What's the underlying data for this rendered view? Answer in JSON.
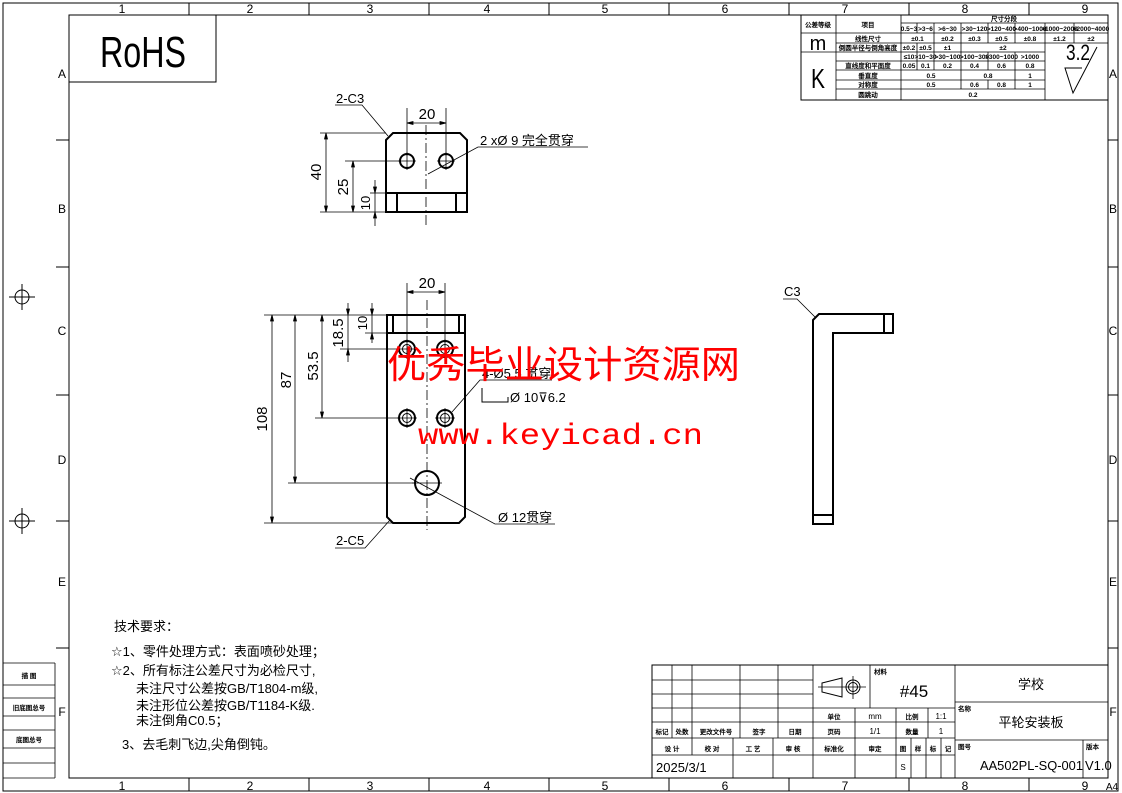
{
  "frame": {
    "columns": [
      "1",
      "2",
      "3",
      "4",
      "5",
      "6",
      "7",
      "8",
      "9"
    ],
    "rows": [
      "A",
      "B",
      "C",
      "D",
      "E",
      "F"
    ],
    "sheet_size": "A4"
  },
  "rohs": "RoHS",
  "tolerance_table": {
    "grade_header": "公差等级",
    "item_header": "项目",
    "size_range_header": "尺寸分段",
    "ranges": [
      "0.5~3",
      ">3~6",
      ">6~30",
      ">30~120",
      ">120~400",
      ">400~1000",
      ">1000~2000",
      ">2000~4000"
    ],
    "m_grade": "m",
    "m_rows": [
      {
        "item": "线性尺寸",
        "values": [
          "±0.1",
          "±0.2",
          "±0.3",
          "±0.5",
          "±0.8",
          "±1.2",
          "±2"
        ]
      },
      {
        "item": "倒圆半径与倒角高度",
        "values": [
          "±0.2",
          "±0.5",
          "±1",
          "±2"
        ]
      }
    ],
    "k_grade": "K",
    "k_ranges": [
      "≤10",
      ">10~30",
      ">30~100",
      ">100~300",
      ">300~1000",
      ">1000"
    ],
    "k_rows": [
      {
        "item": "直线度和平面度",
        "values": [
          "0.05",
          "0.1",
          "0.2",
          "0.4",
          "0.6",
          "0.8"
        ]
      },
      {
        "item": "垂直度",
        "values": [
          "0.5",
          "0.8",
          "1"
        ]
      },
      {
        "item": "对称度",
        "values": [
          "0.5",
          "0.6",
          "0.8",
          "1"
        ]
      },
      {
        "item": "圆跳动",
        "values": [
          "0.2"
        ]
      }
    ],
    "roughness": "3.2"
  },
  "views": {
    "top": {
      "chamfer_label": "2-C3",
      "hole_spacing": "20",
      "height": "40",
      "hole_height": "25",
      "band_height": "10",
      "hole_note": "2 xØ 9 完全贯穿"
    },
    "front": {
      "hole_spacing": "20",
      "total_length": "108",
      "big_hole_pos": "87",
      "second_row_pos": "53.5",
      "first_row_pos": "18.5",
      "band_height": "10",
      "counterbore_note": "4-Ø5.5 贯穿",
      "counterbore_depth": "Ø 10⊽6.2",
      "big_hole_note": "Ø 12贯穿",
      "chamfer_label": "2-C5"
    },
    "side": {
      "chamfer_label": "C3"
    }
  },
  "watermark": {
    "line1": "优秀毕业设计资源网",
    "line2": "www.keyicad.cn",
    "color": "#ff0000"
  },
  "tech_requirements": {
    "title": "技术要求：",
    "lines": [
      "☆1、零件处理方式：表面喷砂处理；",
      "☆2、所有标注公差尺寸为必检尺寸,",
      "未注尺寸公差按GB/T1804-m级,",
      "未注形位公差按GB/T1184-K级.",
      "未注倒角C0.5；",
      "3、去毛刺飞边,尖角倒钝。"
    ]
  },
  "left_table": {
    "rows": [
      "描 图",
      "旧底图总号",
      "底图总号"
    ]
  },
  "title_block": {
    "change_headers": [
      "标记",
      "处数",
      "更改文件号",
      "签字",
      "日期"
    ],
    "role_headers": [
      "设 计",
      "校 对",
      "工 艺",
      "审 核"
    ],
    "design_date": "2025/3/1",
    "material_label": "材料",
    "material": "#45",
    "unit_label": "单位",
    "unit": "mm",
    "scale_label": "比例",
    "scale": "1:1",
    "page_label": "页码",
    "page": "1/1",
    "quantity_label": "数量",
    "quantity": "1",
    "standardization_label": "标准化",
    "approval_label": "审定",
    "drawing_mark_labels": [
      "图",
      "样",
      "标",
      "记"
    ],
    "drawing_mark": "S",
    "school": "学校",
    "name_label": "名称",
    "part_name": "平轮安装板",
    "drawing_no_label": "图号",
    "drawing_no": "AA502PL-SQ-001",
    "version_label": "版本",
    "version": "V1.0"
  }
}
